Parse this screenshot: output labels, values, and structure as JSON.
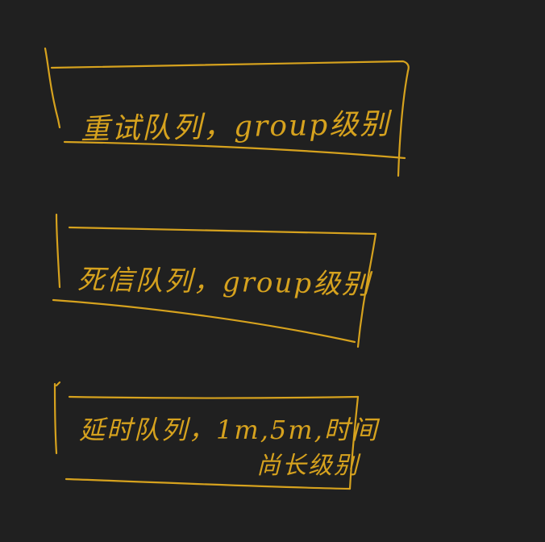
{
  "colors": {
    "background": "#202020",
    "ink": "#d6a21e"
  },
  "boxes": [
    {
      "text": "重试队列，group级别"
    },
    {
      "text": "死信队列，group级别"
    },
    {
      "text_line1": "延时队列，1m,5m,时间",
      "text_line2": "尚长级别"
    }
  ]
}
